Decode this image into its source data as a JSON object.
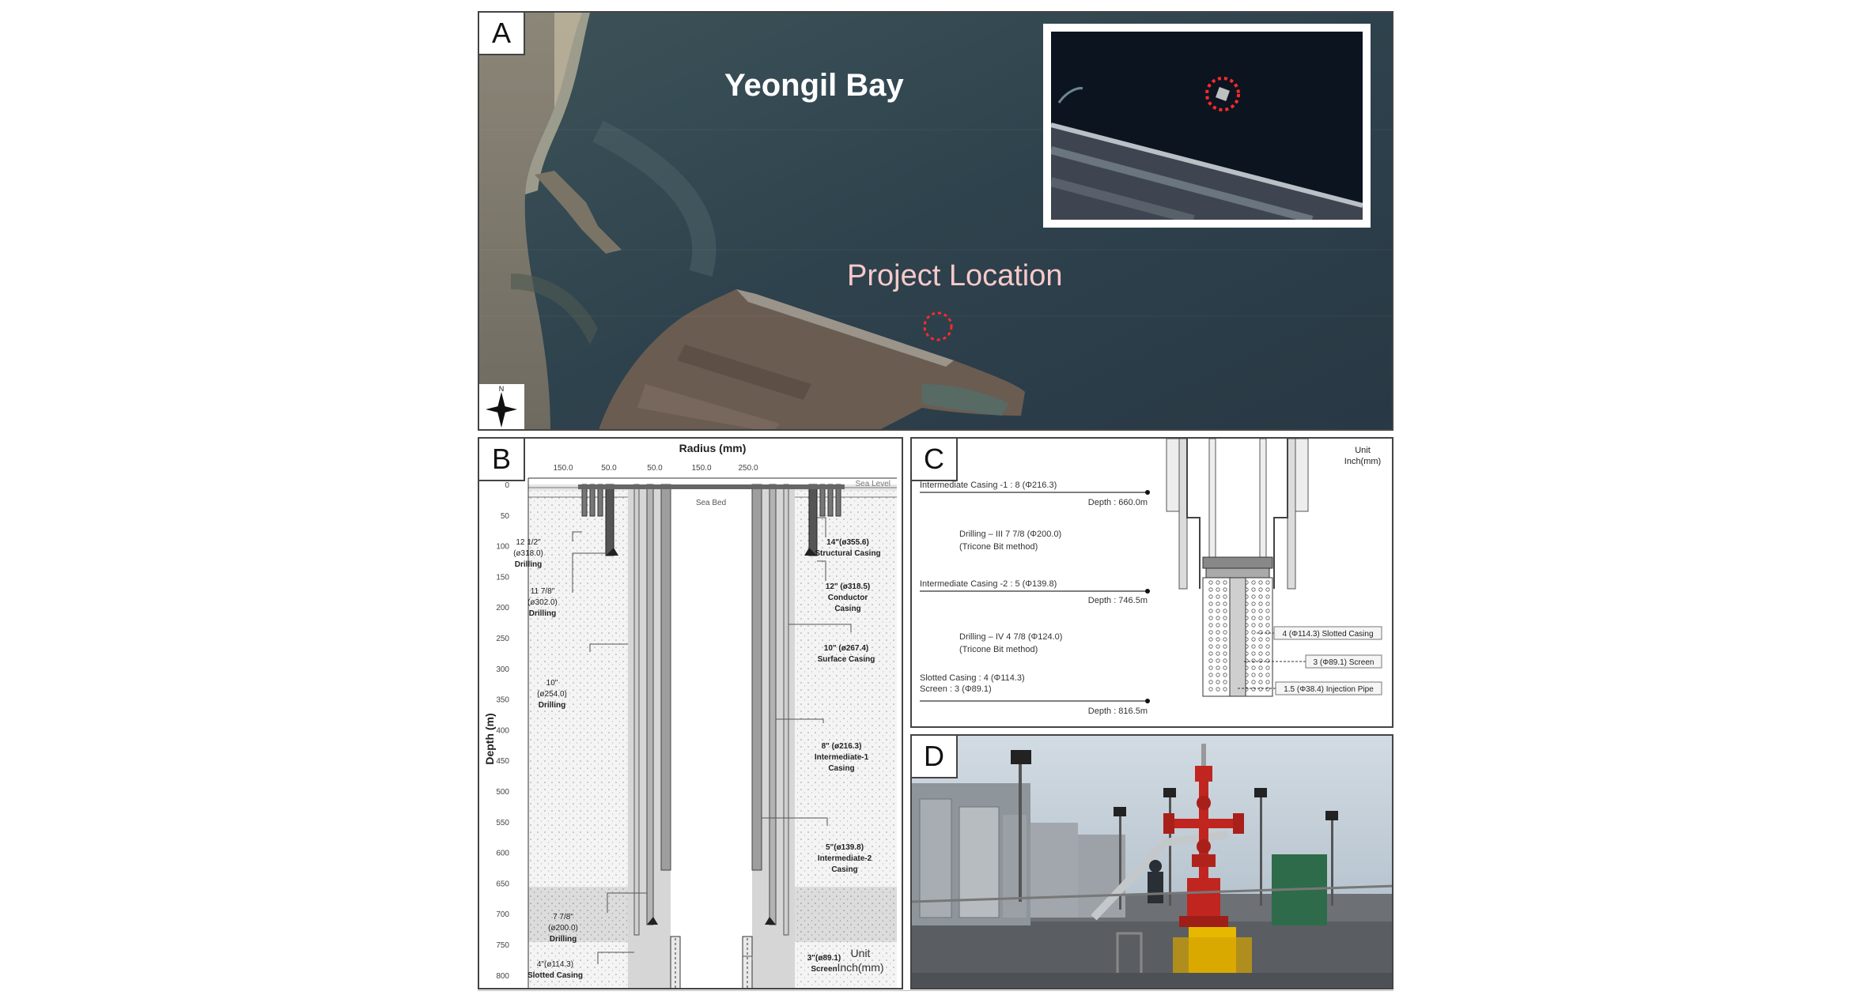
{
  "panels": {
    "a": {
      "letter": "A",
      "bay_label": "Yeongil Bay",
      "project_label": "Project Location",
      "compass_icon": "north-compass-icon",
      "compass_label": "N"
    },
    "b": {
      "letter": "B",
      "x_title": "Radius (mm)",
      "x_ticks": [
        "50.0",
        "150.0",
        "50.0",
        "50.0",
        "150.0",
        "250.0"
      ],
      "y_title": "Depth (m)",
      "y_ticks": [
        "0",
        "50",
        "100",
        "150",
        "200",
        "250",
        "300",
        "350",
        "400",
        "450",
        "500",
        "550",
        "600",
        "650",
        "700",
        "750",
        "800"
      ],
      "sea_level": "Sea Level",
      "sea_bed": "Sea Bed",
      "left_notes": [
        [
          "12 1/2\"",
          "(ø318.0)",
          "Drilling"
        ],
        [
          "11 7/8\"",
          "(ø302.0)",
          "Drilling"
        ],
        [
          "10\"",
          "(ø254.0)",
          "Drilling"
        ],
        [
          "7 7/8\"",
          "(ø200.0)",
          "Drilling"
        ],
        [
          "4\"(ø114.3)",
          "Slotted Casing"
        ]
      ],
      "right_notes": [
        [
          "14\"(ø355.6)",
          "Structural Casing"
        ],
        [
          "12\" (ø318.5)",
          "Conductor",
          "Casing"
        ],
        [
          "10\" (ø267.4)",
          "Surface Casing"
        ],
        [
          "8\" (ø216.3)",
          "Intermediate-1",
          "Casing"
        ],
        [
          "5\"(ø139.8)",
          "Intermediate-2",
          "Casing"
        ],
        [
          "3\"(ø89.1)",
          "Screen"
        ]
      ],
      "unit": [
        "Unit",
        "Inch(mm)"
      ]
    },
    "c": {
      "letter": "C",
      "unit": [
        "Unit",
        "Inch(mm)"
      ],
      "lines": [
        "Intermediate Casing -1 : 8 (Φ216.3)",
        "Depth : 660.0m",
        "Drilling – III   7 7/8 (Φ200.0)",
        "(Tricone Bit method)",
        "Intermediate Casing -2 : 5 (Φ139.8)",
        "Depth : 746.5m",
        "Drilling – IV   4 7/8 (Φ124.0)",
        "(Tricone Bit method)",
        "Slotted Casing : 4 (Φ114.3)",
        "Screen : 3 (Φ89.1)",
        "Depth : 816.5m"
      ],
      "callouts": [
        "4 (Φ114.3) Slotted Casing",
        "3 (Φ89.1) Screen",
        "1.5 (Φ38.4) Injection Pipe"
      ]
    },
    "d": {
      "letter": "D"
    }
  }
}
